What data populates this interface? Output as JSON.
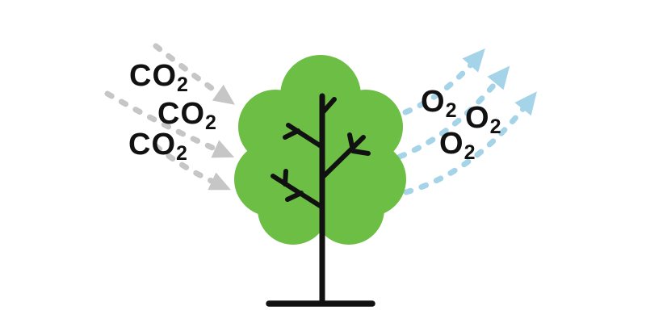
{
  "colors": {
    "background": "#ffffff",
    "canopy_green": "#6cbe45",
    "tree_black": "#111111",
    "co2_arrow_gray": "#c6c6c6",
    "o2_arrow_blue": "#a5d3e8",
    "label_black": "#111111"
  },
  "diagram": {
    "description": "Tree gas exchange: carbon dioxide absorbed, oxygen released",
    "co2_labels": [
      {
        "main": "CO",
        "sub": "2"
      },
      {
        "main": "CO",
        "sub": "2"
      },
      {
        "main": "CO",
        "sub": "2"
      }
    ],
    "o2_labels": [
      {
        "main": "O",
        "sub": "2"
      },
      {
        "main": "O",
        "sub": "2"
      },
      {
        "main": "O",
        "sub": "2"
      }
    ]
  }
}
